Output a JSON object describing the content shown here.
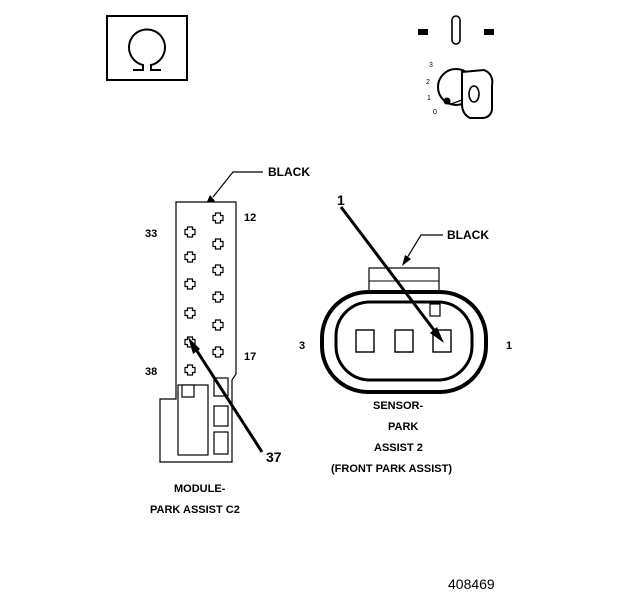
{
  "connectors": {
    "module": {
      "color_label": "BLACK",
      "pin_labels": [
        "12",
        "33",
        "17",
        "38",
        "37"
      ],
      "caption_line1": "MODULE-",
      "caption_line2": "PARK ASSIST C2"
    },
    "sensor": {
      "color_label": "BLACK",
      "pin_labels": [
        "1",
        "3",
        "1"
      ],
      "caption_line1": "SENSOR-",
      "caption_line2": "PARK",
      "caption_line3": "ASSIST 2",
      "caption_line4": "(FRONT PARK ASSIST)"
    }
  },
  "ignition_key": {
    "positions": [
      "3",
      "2",
      "1",
      "0"
    ]
  },
  "figure_number": "408469"
}
